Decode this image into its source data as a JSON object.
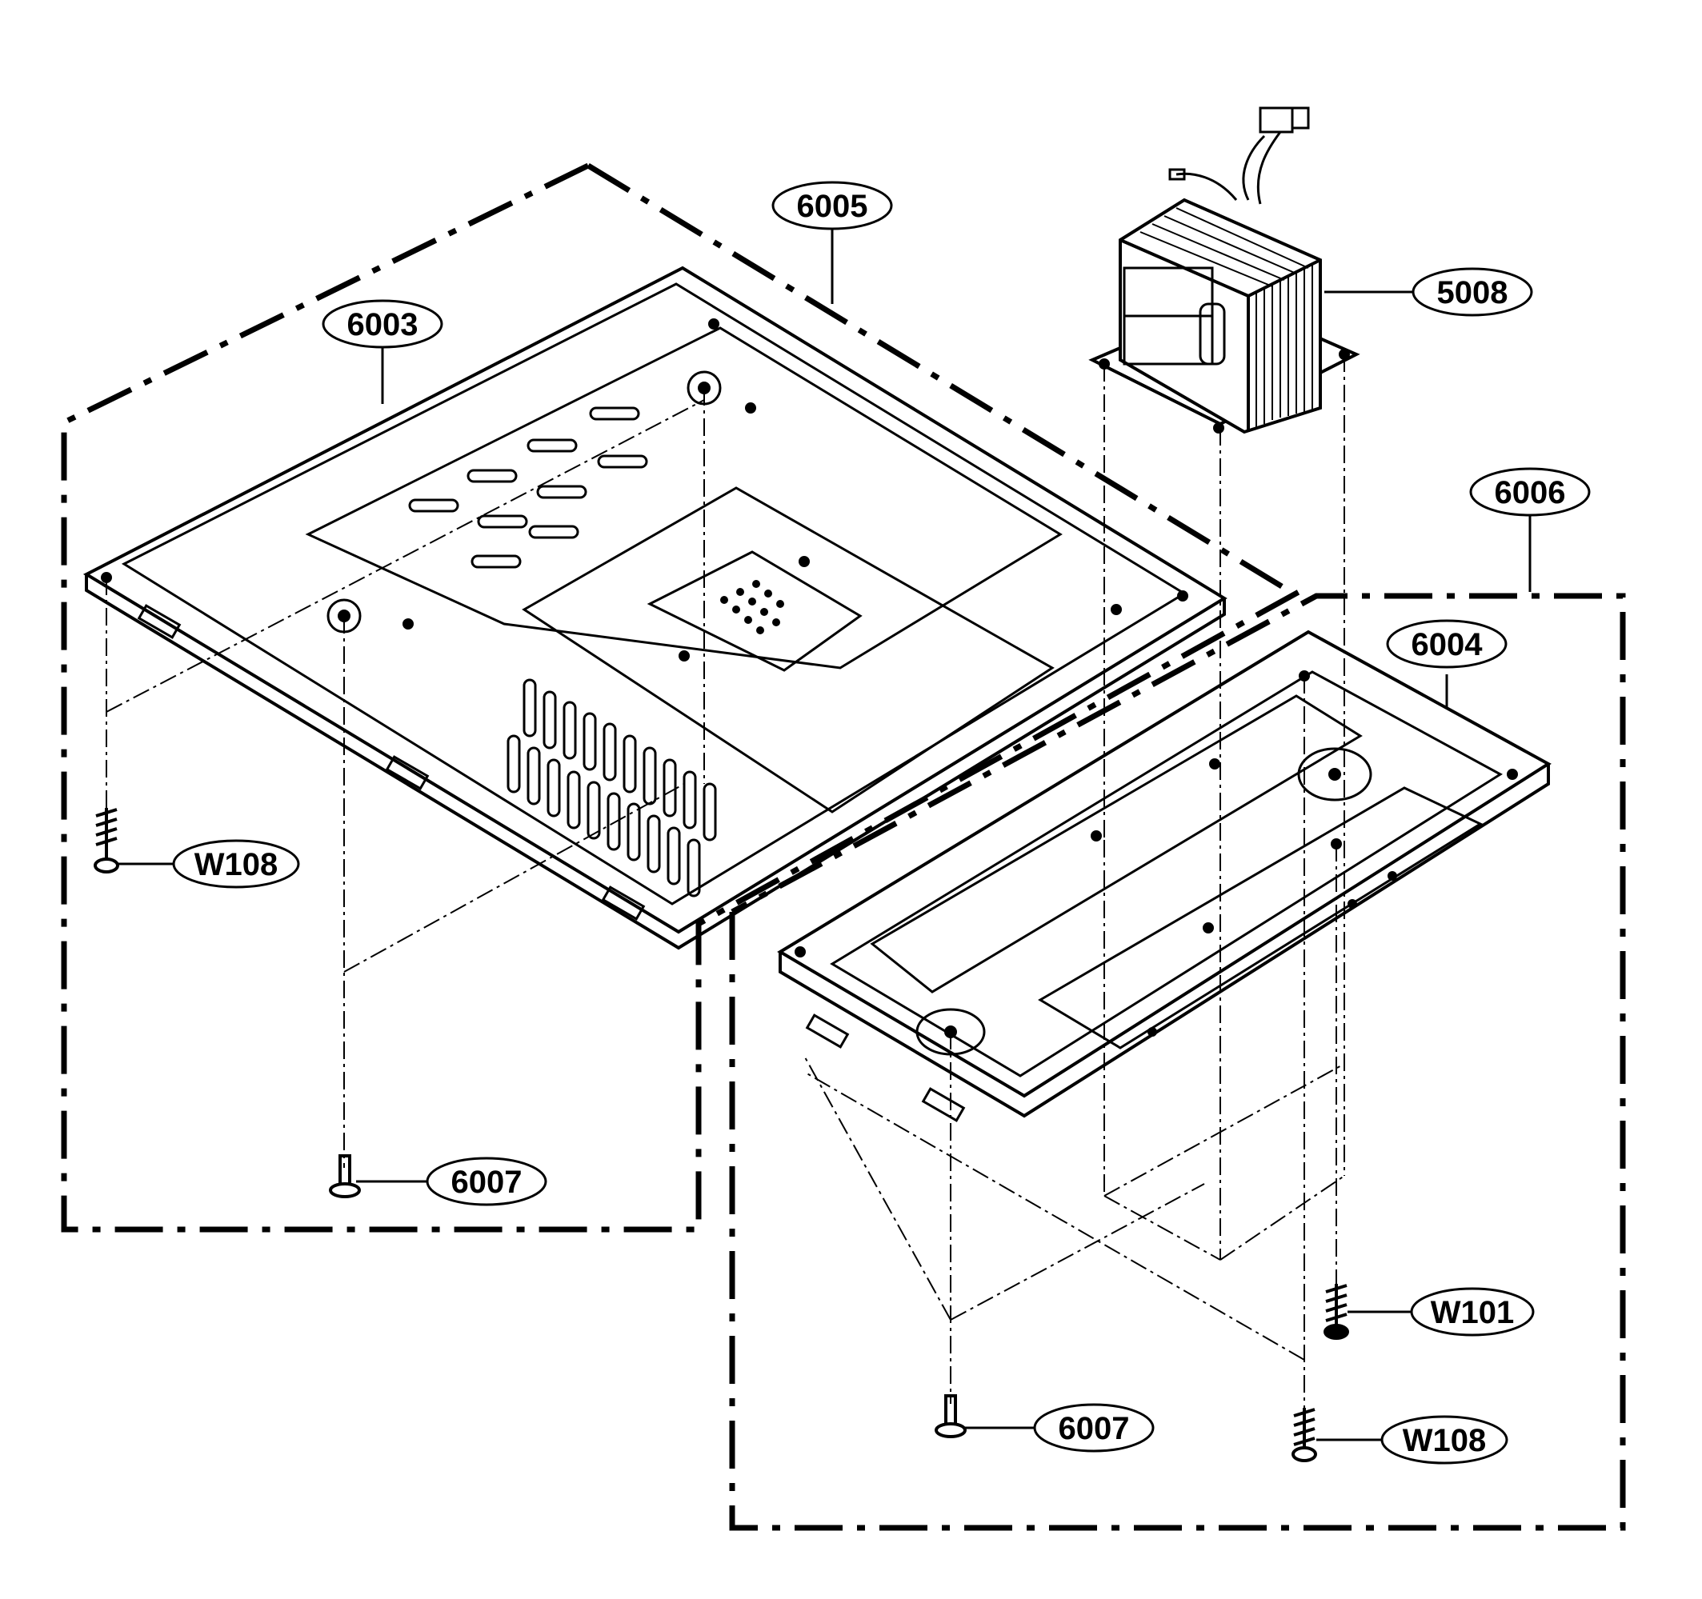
{
  "diagram": {
    "type": "exploded-parts-view",
    "labels": {
      "p6005": "6005",
      "p6003": "6003",
      "p5008": "5008",
      "p6006": "6006",
      "p6004": "6004",
      "w108_left": "W108",
      "p6007_left": "6007",
      "w101": "W101",
      "p6007_right": "6007",
      "w108_right": "W108"
    },
    "colors": {
      "line": "#000000",
      "background": "#ffffff"
    }
  }
}
